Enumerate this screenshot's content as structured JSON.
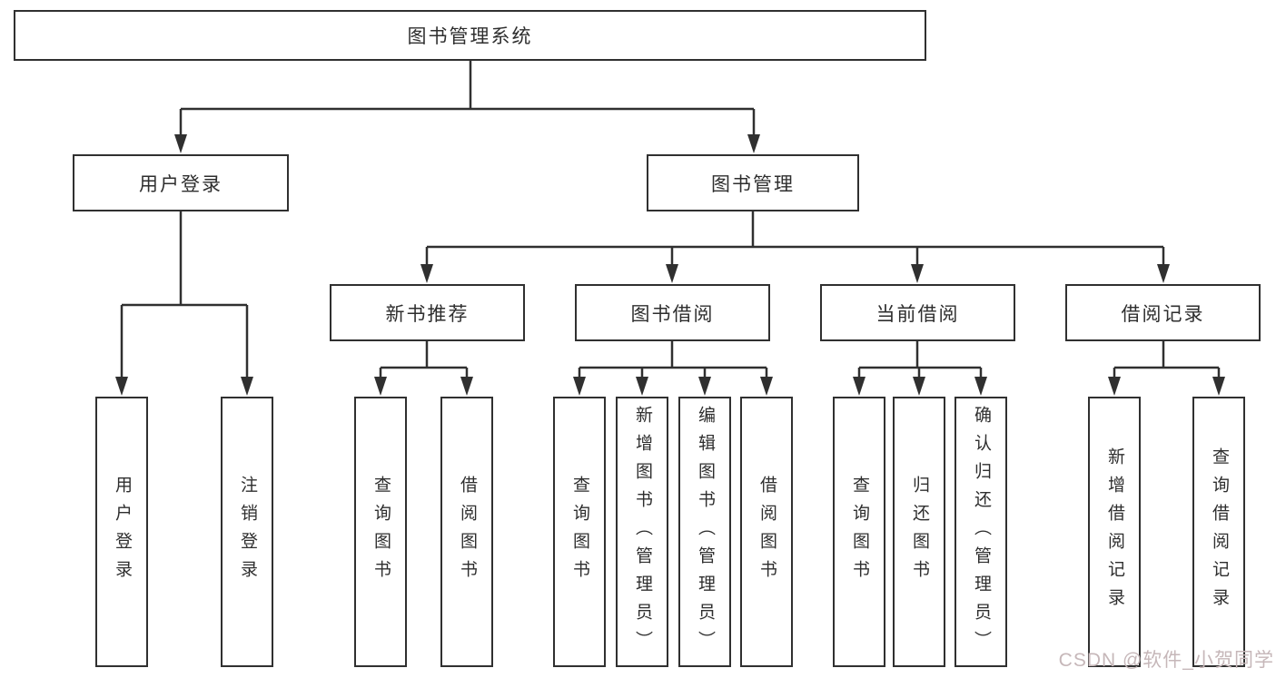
{
  "diagram": {
    "root": {
      "label": "图书管理系统"
    },
    "level2": [
      {
        "label": "用户登录"
      },
      {
        "label": "图书管理"
      }
    ],
    "level3": [
      {
        "label": "新书推荐"
      },
      {
        "label": "图书借阅"
      },
      {
        "label": "当前借阅"
      },
      {
        "label": "借阅记录"
      }
    ],
    "leaves": {
      "user_login": [
        "用户登录",
        "注销登录"
      ],
      "new_book": [
        "查询图书",
        "借阅图书"
      ],
      "book_borrow": [
        "查询图书",
        "新增图书（管理员）",
        "编辑图书（管理员）",
        "借阅图书"
      ],
      "current_borrow": [
        "查询图书",
        "归还图书",
        "确认归还（管理员）"
      ],
      "borrow_record": [
        "新增借阅记录",
        "查询借阅记录"
      ]
    }
  },
  "watermark": {
    "text": "CSDN @软件_小贺同学",
    "color": "#c6b7b9"
  },
  "colors": {
    "line": "#303030",
    "box_border": "#303030",
    "text": "#2e2e2e",
    "background": "#ffffff"
  }
}
